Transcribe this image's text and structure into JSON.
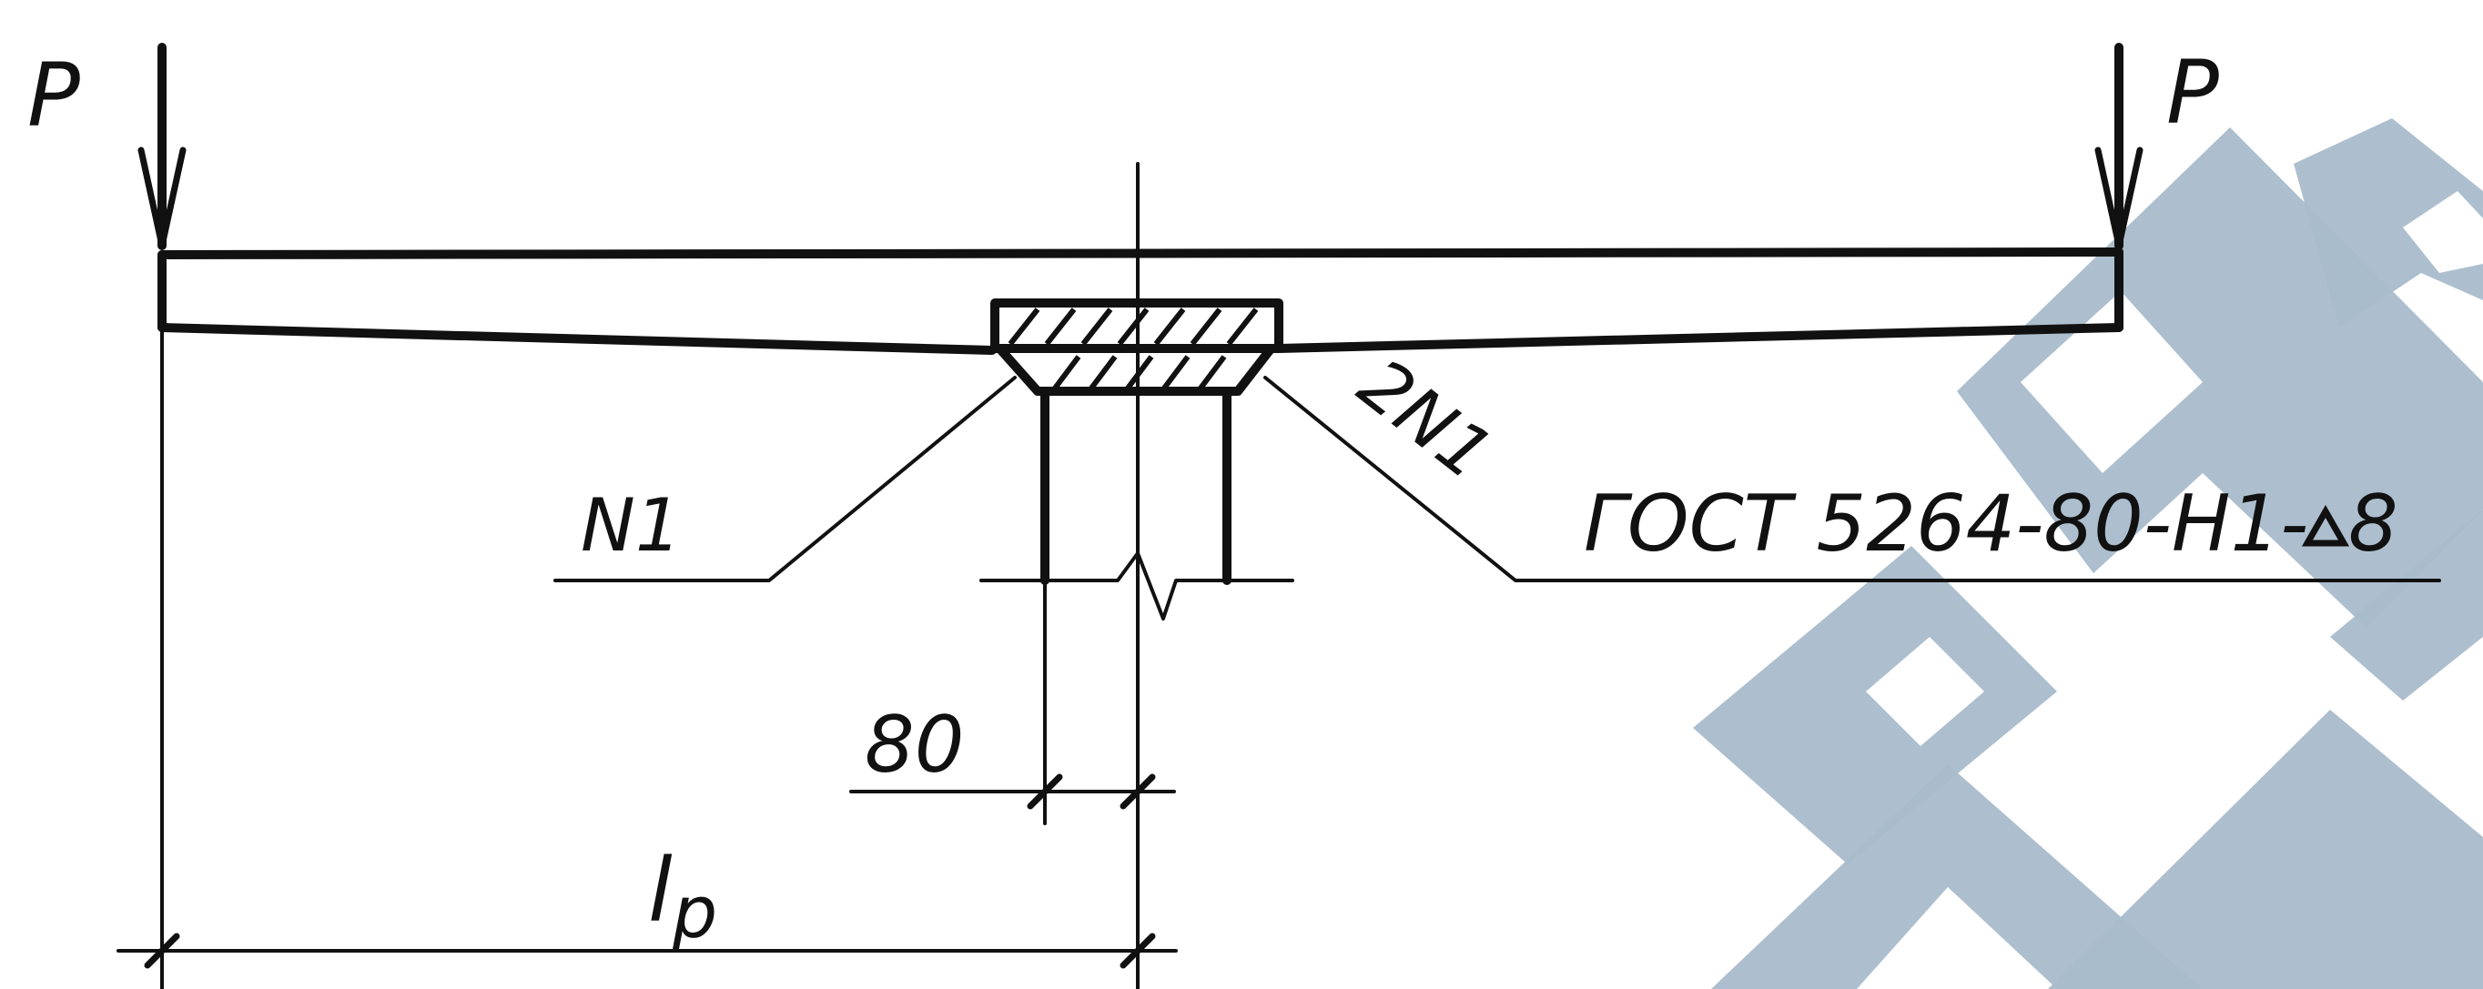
{
  "labels": {
    "load_left": "P",
    "load_right": "P",
    "weld_left": "N1",
    "weld_right": "2N1",
    "standard": "ГОСТ 5264-80-Н1-",
    "standard_size": "8",
    "dim_80": "80",
    "dim_lp_l": "l",
    "dim_lp_sub": "p"
  },
  "colors": {
    "ink": "#111111",
    "watermark": "#a9bccb"
  },
  "icons": {
    "triangle": "weld-leg-triangle-icon"
  }
}
